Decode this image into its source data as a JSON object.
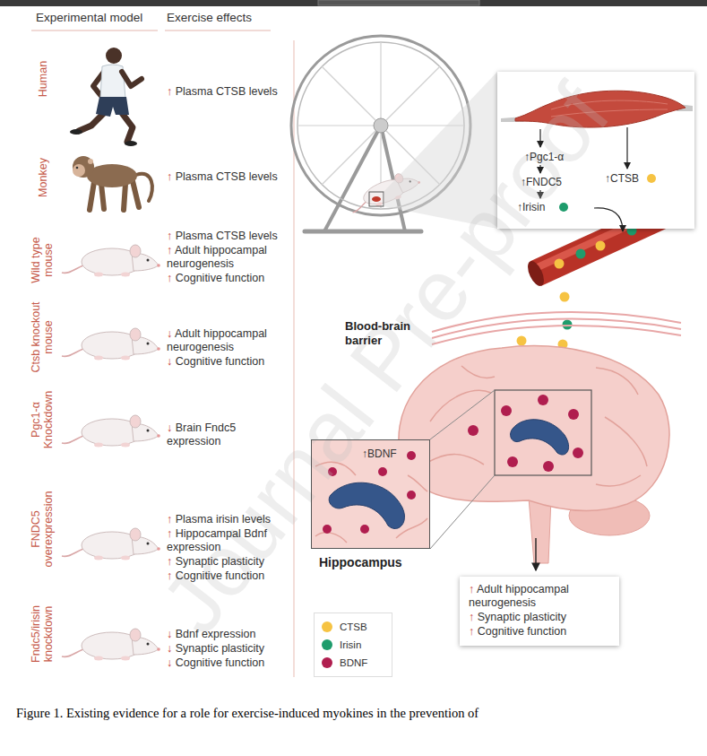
{
  "diagram": {
    "caption": "Figure 1. Existing evidence for a role for exercise-induced myokines in the prevention of",
    "nodes": [
      {
        "text": [
          "↑Pgc1-α",
          "↑FNDC5",
          "↑Irisin",
          "↑CTSB"
        ]
      },
      {
        "text": [
          "↑BDNF",
          "Hippocampus"
        ]
      },
      {
        "text": [
          "↑ Adult hippocampal neurogenesis",
          "↑ Synaptic plasticity",
          "↑ Cognitive function"
        ]
      }
    ],
    "labels": [
      "Experimental model",
      "Exercise effects",
      "Human",
      "↑ Plasma CTSB levels",
      "Monkey",
      "↑ Plasma CTSB levels",
      "Wild type mouse",
      "↑ Plasma CTSB levels",
      "↑ Adult hippocampal neurogenesis",
      "↑ Cognitive function",
      "Ctsb knockout mouse",
      "↓ Adult hippocampal neurogenesis",
      "↓ Cognitive function",
      "Pgc1-α Knockdown",
      "↓ Brain Fndc5 expression",
      "FNDC5 overexpression",
      "↑ Plasma irisin levels",
      "↑ Hippocampal Bdnf expression",
      "↑ Synaptic plasticity",
      "↑ Cognitive function",
      "Fndc5/irisin knockdown",
      "↓ Bdnf expression",
      "↓ Synaptic plasticity",
      "↓ Cognitive function",
      "Blood-brain barrier",
      "Journal Pre-proof"
    ],
    "legend": [
      {
        "text": "CTSB",
        "color": "#f6c343"
      },
      {
        "text": "Irisin",
        "color": "#1e9c6c"
      },
      {
        "text": "BDNF",
        "color": "#b01e4f"
      }
    ]
  }
}
